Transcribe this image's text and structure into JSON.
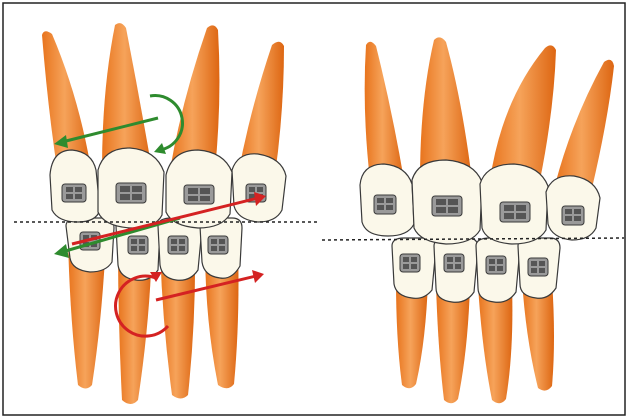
{
  "figure": {
    "panels": [
      {
        "id": "before",
        "description_icons": [
          "rotation-arrow-green",
          "rotation-arrow-red",
          "movement-arrow-green",
          "movement-arrow-red"
        ]
      },
      {
        "id": "after"
      }
    ],
    "colors": {
      "root_light": "#f6a35a",
      "root_dark": "#e06a16",
      "crown_fill": "#fbf8ea",
      "crown_stroke": "#3a3a3a",
      "bracket": "#6a6a6a",
      "arrow_green": "#2e8b2e",
      "arrow_red": "#d42222",
      "occlusal_line": "#222222",
      "frame": "#222222"
    }
  }
}
